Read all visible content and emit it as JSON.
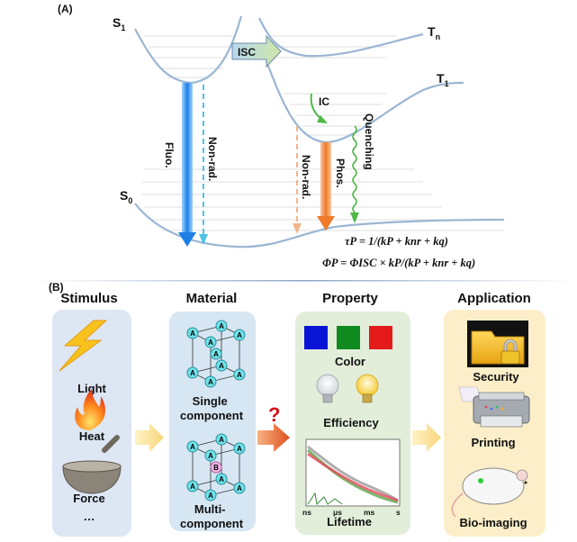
{
  "panel_a": {
    "label": "(A)",
    "states": {
      "s1": "S",
      "s1_sub": "1",
      "s0": "S",
      "s0_sub": "0",
      "tn": "T",
      "tn_sub": "n",
      "t1": "T",
      "t1_sub": "1"
    },
    "isc": "ISC",
    "ic": "IC",
    "fluo": "Fluo.",
    "nonrad_left": "Non-rad.",
    "nonrad_right": "Non-rad.",
    "phos": "Phos.",
    "quenching": "Quenching",
    "eq1": "τP = 1/(kP + knr + kq)",
    "eq2": "ΦP = ΦISC × kP/(kP + knr + kq)"
  },
  "panel_b": {
    "label": "(B)",
    "columns": {
      "stimulus": {
        "title": "Stimulus",
        "items": [
          "Light",
          "Heat",
          "Force",
          "…"
        ],
        "color": "#dde6f3"
      },
      "material": {
        "title": "Material",
        "single": [
          "Single",
          "component"
        ],
        "multi": [
          "Multi-",
          "component"
        ],
        "node_a": "A",
        "node_b": "B",
        "color": "#d6e6f2"
      },
      "property": {
        "title": "Property",
        "color_label": "Color",
        "efficiency": "Efficiency",
        "lifetime": "Lifetime",
        "ticks": [
          "ns",
          "μs",
          "ms",
          "s"
        ],
        "swatches": [
          "#0a14d6",
          "#0e8a1e",
          "#e51b1b"
        ],
        "bg": "#e2eed9"
      },
      "application": {
        "title": "Application",
        "items": [
          "Security",
          "Printing",
          "Bio-imaging"
        ],
        "bg": "#fbeec8"
      }
    },
    "question": "?"
  }
}
